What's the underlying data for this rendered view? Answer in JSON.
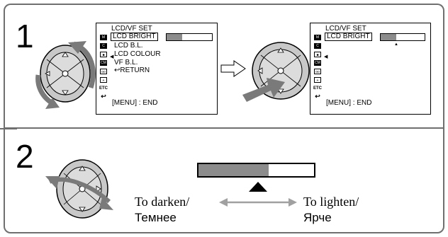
{
  "steps": {
    "step1": "1",
    "step2": "2"
  },
  "screen1": {
    "title": "LCD/VF SET",
    "items": [
      "LCD BRIGHT",
      "LCD B.L.",
      "LCD COLOUR",
      "VF B.L.",
      "RETURN"
    ],
    "return_glyph": "↩",
    "end_text": "[MENU] : END",
    "etc_label": "ETC",
    "bar_level": 0.35
  },
  "screen2": {
    "title": "LCD/VF SET",
    "item": "LCD BRIGHT",
    "end_text": "[MENU] : END",
    "etc_label": "ETC",
    "bar_level": 0.35
  },
  "step2": {
    "left_label_en": "To darken/",
    "left_label_ru": "Темнее",
    "right_label_en": "To lighten/",
    "right_label_ru": "Ярче",
    "bar_level": 0.61
  },
  "colors": {
    "panel_border": "#6f6f6f",
    "dial_body": "#c8c8c8",
    "arrow": "#7a7a7a",
    "bar_fill": "#8c8c8c"
  }
}
